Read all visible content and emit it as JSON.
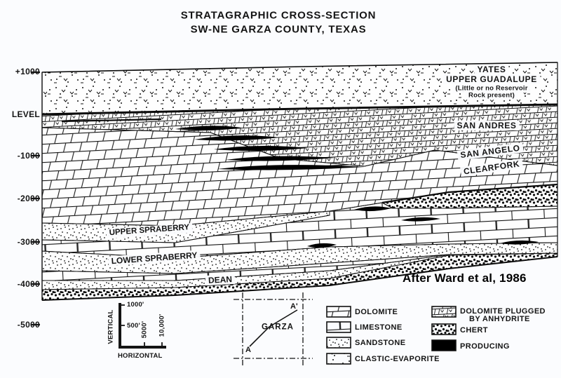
{
  "title": {
    "line1": "STRATAGRAPHIC CROSS-SECTION",
    "line2": "SW-NE GARZA COUNTY, TEXAS"
  },
  "depth_axis": {
    "labels": [
      "+1000",
      "LEVEL",
      "-1000",
      "-2000",
      "-3000",
      "-4000",
      "-5000"
    ]
  },
  "formations": {
    "yates": "YATES",
    "upper_guadalupe": "UPPER GUADALUPE",
    "note_line1": "(Little or no Reservoir",
    "note_line2": "Rock present)",
    "san_andres": "SAN ANDRES",
    "san_angelo": "SAN ANGELO",
    "clearfork": "CLEARFORK",
    "upper_spraberry": "UPPER SPRABERRY",
    "lower_spraberry": "LOWER SPRABERRY",
    "dean": "DEAN"
  },
  "scale_bar": {
    "vertical_axis_label": "VERTICAL",
    "horizontal_axis_label": "HORIZONTAL",
    "vertical_ticks": [
      "1000'",
      "500'"
    ],
    "horizontal_ticks": [
      "5000'",
      "10,000'"
    ]
  },
  "inset_map": {
    "county_label": "GARZA",
    "section_start_label": "A",
    "section_end_label": "A'"
  },
  "legend": {
    "left": [
      {
        "label": "DOLOMITE",
        "pattern": "dolomite"
      },
      {
        "label": "LIMESTONE",
        "pattern": "limestone"
      },
      {
        "label": "SANDSTONE",
        "pattern": "sandstone"
      },
      {
        "label": "CLASTIC-EVAPORITE",
        "pattern": "clastic-evaporite"
      }
    ],
    "right": [
      {
        "label_line1": "DOLOMITE PLUGGED",
        "label_line2": "BY ANHYDRITE",
        "pattern": "dolomite-plugged-by-anhydrite"
      },
      {
        "label": "CHERT",
        "pattern": "chert"
      },
      {
        "label": "PRODUCING",
        "pattern": "producing"
      }
    ]
  },
  "attribution": {
    "text": "After Ward et al, 1986"
  },
  "colors": {
    "ink": "#141414",
    "background": "#fbfcfe",
    "producing": "#000000"
  }
}
